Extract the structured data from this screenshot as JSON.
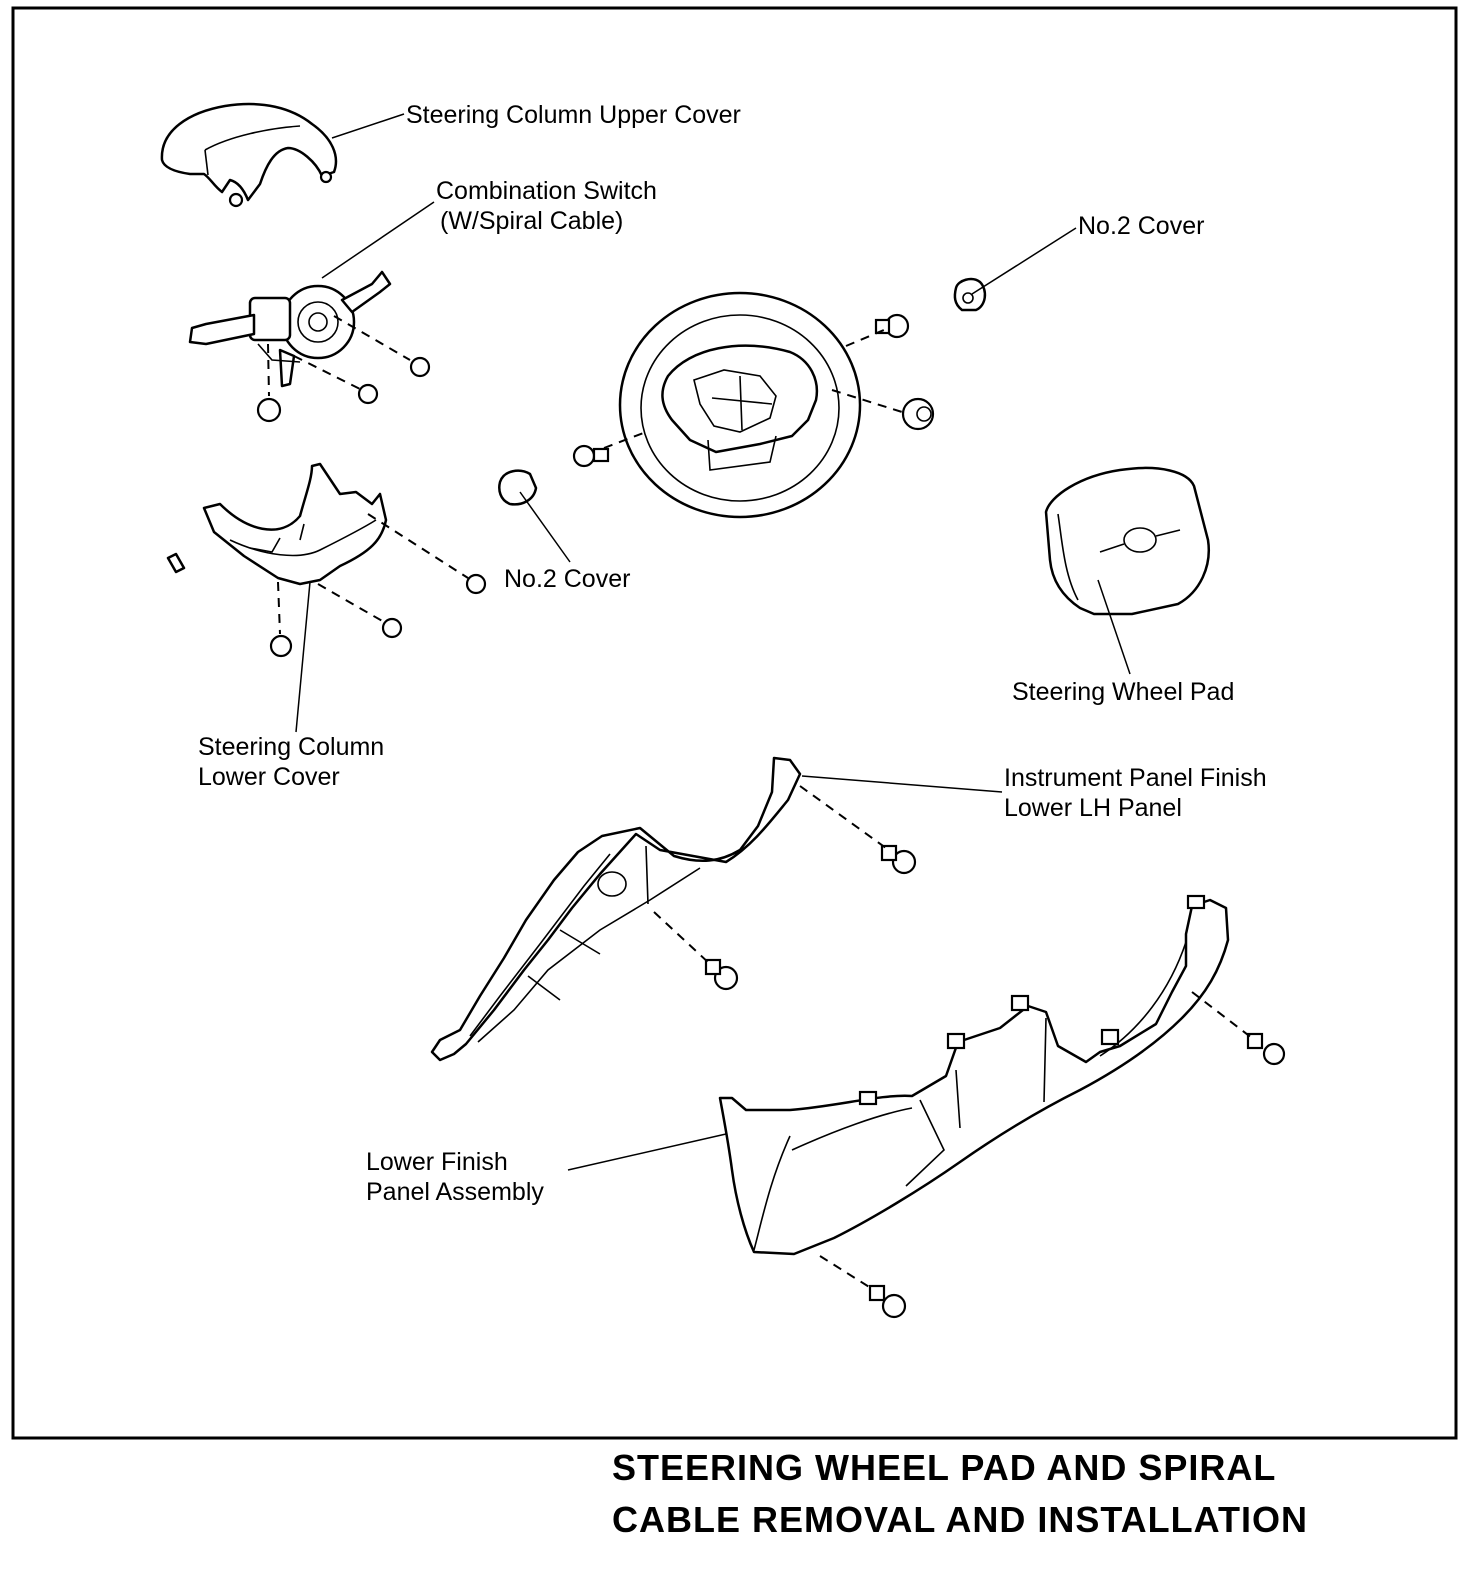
{
  "labels": {
    "upper_cover": "Steering Column Upper Cover",
    "combination_switch_l1": "Combination Switch",
    "combination_switch_l2": "(W/Spiral Cable)",
    "no2_cover_top": "No.2 Cover",
    "no2_cover_mid": "No.2 Cover",
    "steering_wheel_pad": "Steering Wheel Pad",
    "lower_cover_l1": "Steering Column",
    "lower_cover_l2": "Lower Cover",
    "instrument_panel_l1": "Instrument Panel Finish",
    "instrument_panel_l2": "Lower LH Panel",
    "lower_finish_l1": "Lower Finish",
    "lower_finish_l2": "Panel Assembly"
  },
  "title": {
    "line1": "STEERING WHEEL PAD AND SPIRAL",
    "line2": "CABLE REMOVAL AND INSTALLATION"
  }
}
